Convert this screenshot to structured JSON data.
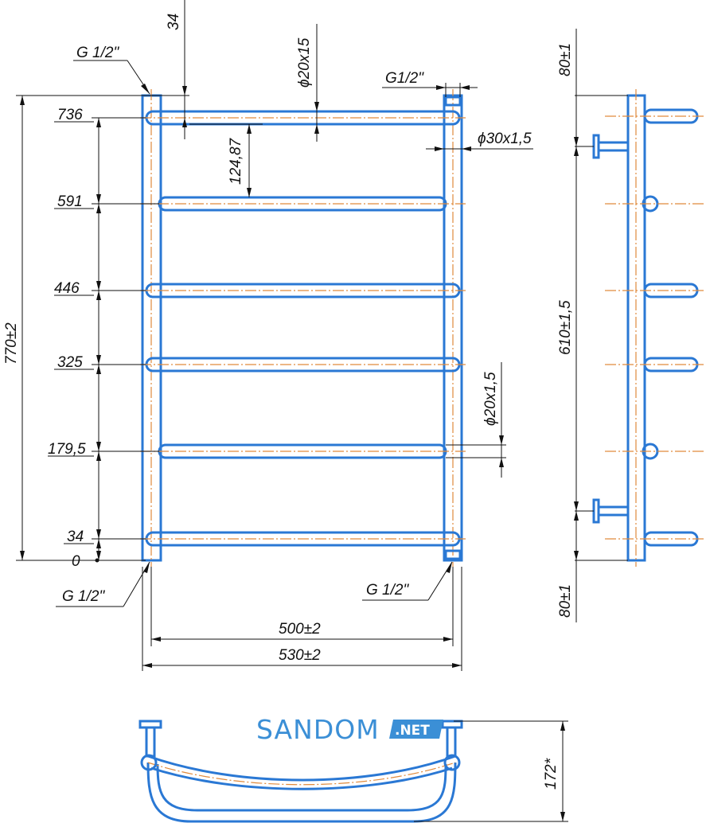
{
  "front_view": {
    "dims": {
      "top_offset": "34",
      "top_thread": "G 1/2\"",
      "right_thread_top": "G1/2\"",
      "rung_pipe": "ϕ20x15",
      "side_pipe": "ϕ30x1,5",
      "rung_step": "124,87",
      "rung_pipe_lower": "ϕ20x1,5",
      "overall_height": "770±2",
      "rung_levels": [
        "736",
        "591",
        "446",
        "325",
        "179,5",
        "34",
        "0"
      ],
      "bottom_thread_left": "G 1/2\"",
      "bottom_thread_right": "G 1/2\"",
      "center_width": "500±2",
      "overall_width": "530±2"
    }
  },
  "side_view": {
    "dims": {
      "top_offset": "80±1",
      "mount_spacing": "610±1,5",
      "bottom_offset": "80±1"
    }
  },
  "top_view": {
    "dims": {
      "depth": "172*"
    }
  },
  "logo": {
    "name": "SANDOM",
    "suffix": ".NET"
  }
}
